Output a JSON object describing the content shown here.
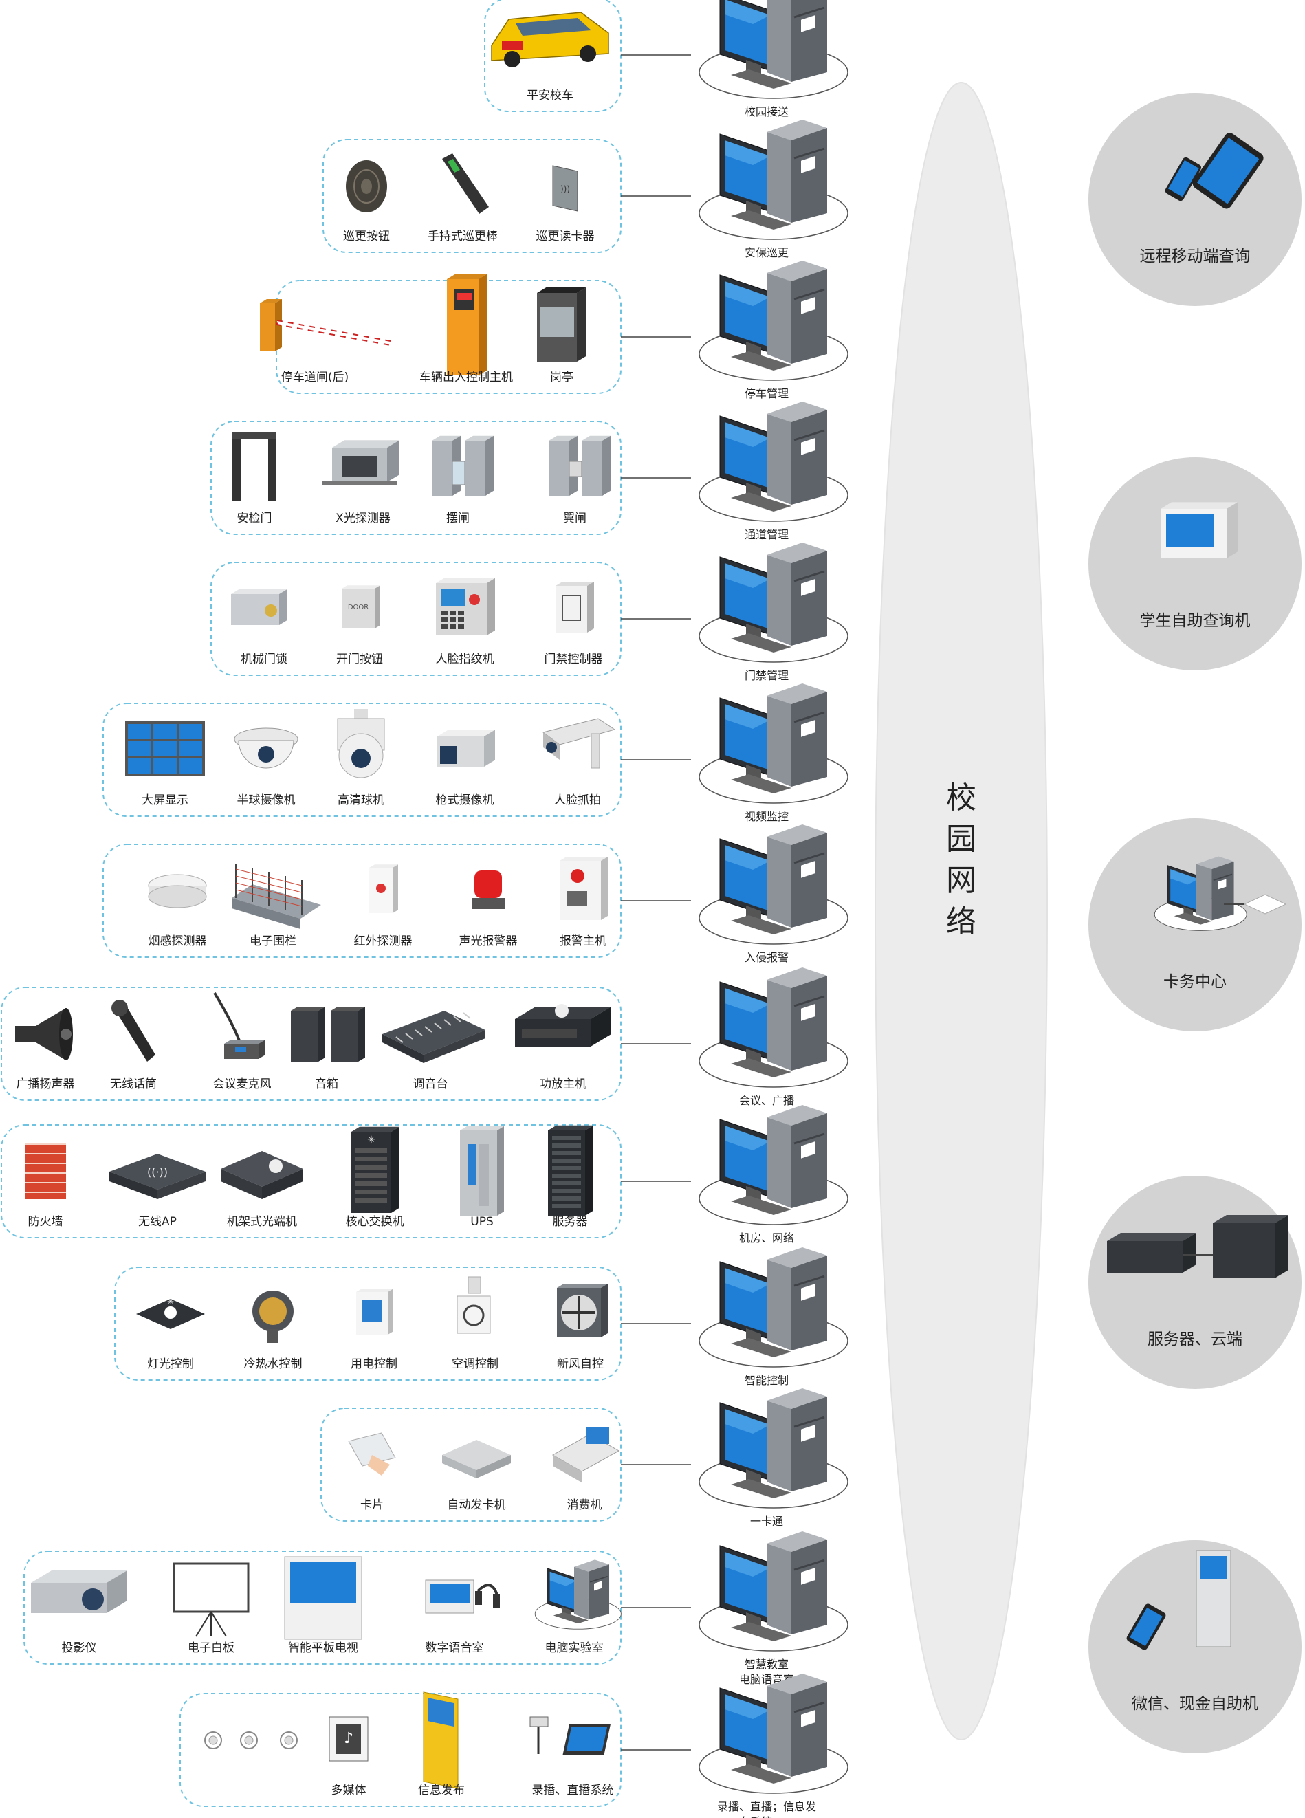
{
  "network": {
    "label": "校园网络"
  },
  "colors": {
    "box_border": "#6fc3e0",
    "screen": "#1f7fd6",
    "terminal_bg": "#d3d3d3",
    "oval": "#ececec"
  },
  "rows": [
    {
      "system": "校园接送",
      "devices": [
        {
          "name": "平安校车",
          "icon": "school-bus-icon"
        }
      ]
    },
    {
      "system": "安保巡更",
      "devices": [
        {
          "name": "巡更按钮",
          "icon": "patrol-button-icon"
        },
        {
          "name": "手持式巡更棒",
          "icon": "patrol-wand-icon"
        },
        {
          "name": "巡更读卡器",
          "icon": "card-reader-icon"
        }
      ]
    },
    {
      "system": "停车管理",
      "devices": [
        {
          "name": "停车道闸(后)",
          "icon": "barrier-gate-icon"
        },
        {
          "name": "车辆出入控制主机",
          "icon": "vehicle-control-host-icon"
        },
        {
          "name": "岗亭",
          "icon": "sentry-box-icon"
        }
      ]
    },
    {
      "system": "通道管理",
      "devices": [
        {
          "name": "安检门",
          "icon": "security-gate-icon"
        },
        {
          "name": "X光探测器",
          "icon": "xray-scanner-icon"
        },
        {
          "name": "摆闸",
          "icon": "swing-gate-icon"
        },
        {
          "name": "翼闸",
          "icon": "wing-gate-icon"
        }
      ]
    },
    {
      "system": "门禁管理",
      "devices": [
        {
          "name": "机械门锁",
          "icon": "door-lock-icon"
        },
        {
          "name": "开门按钮",
          "icon": "exit-button-icon"
        },
        {
          "name": "人脸指纹机",
          "icon": "face-fingerprint-icon"
        },
        {
          "name": "门禁控制器",
          "icon": "access-controller-icon"
        }
      ]
    },
    {
      "system": "视频监控",
      "devices": [
        {
          "name": "大屏显示",
          "icon": "video-wall-icon"
        },
        {
          "name": "半球摄像机",
          "icon": "dome-camera-icon"
        },
        {
          "name": "高清球机",
          "icon": "ptz-camera-icon"
        },
        {
          "name": "枪式摄像机",
          "icon": "box-camera-icon"
        },
        {
          "name": "人脸抓拍",
          "icon": "face-capture-camera-icon"
        }
      ]
    },
    {
      "system": "入侵报警",
      "devices": [
        {
          "name": "烟感探测器",
          "icon": "smoke-detector-icon"
        },
        {
          "name": "电子围栏",
          "icon": "electric-fence-icon"
        },
        {
          "name": "红外探测器",
          "icon": "infrared-detector-icon"
        },
        {
          "name": "声光报警器",
          "icon": "strobe-siren-icon"
        },
        {
          "name": "报警主机",
          "icon": "alarm-host-icon"
        }
      ]
    },
    {
      "system": "会议、广播",
      "devices": [
        {
          "name": "广播扬声器",
          "icon": "horn-speaker-icon"
        },
        {
          "name": "无线话筒",
          "icon": "wireless-mic-icon"
        },
        {
          "name": "会议麦克风",
          "icon": "conference-mic-icon"
        },
        {
          "name": "音箱",
          "icon": "speaker-icon"
        },
        {
          "name": "调音台",
          "icon": "mixer-icon"
        },
        {
          "name": "功放主机",
          "icon": "amplifier-icon"
        }
      ]
    },
    {
      "system": "机房、网络",
      "devices": [
        {
          "name": "防火墙",
          "icon": "firewall-icon"
        },
        {
          "name": "无线AP",
          "icon": "wireless-ap-icon"
        },
        {
          "name": "机架式光端机",
          "icon": "rack-optical-icon"
        },
        {
          "name": "核心交换机",
          "icon": "core-switch-icon"
        },
        {
          "name": "UPS",
          "icon": "ups-icon"
        },
        {
          "name": "服务器",
          "icon": "server-rack-icon"
        }
      ]
    },
    {
      "system": "智能控制",
      "devices": [
        {
          "name": "灯光控制",
          "icon": "light-control-icon"
        },
        {
          "name": "冷热水控制",
          "icon": "water-meter-icon"
        },
        {
          "name": "用电控制",
          "icon": "power-control-icon"
        },
        {
          "name": "空调控制",
          "icon": "ac-control-icon"
        },
        {
          "name": "新风自控",
          "icon": "fresh-air-fan-icon"
        }
      ]
    },
    {
      "system": "一卡通",
      "devices": [
        {
          "name": "卡片",
          "icon": "card-icon"
        },
        {
          "name": "自动发卡机",
          "icon": "card-dispenser-icon"
        },
        {
          "name": "消费机",
          "icon": "pos-machine-icon"
        }
      ]
    },
    {
      "system": "智慧教室\n电脑语音室",
      "devices": [
        {
          "name": "投影仪",
          "icon": "projector-icon"
        },
        {
          "name": "电子白板",
          "icon": "whiteboard-icon"
        },
        {
          "name": "智能平板电视",
          "icon": "smart-tv-icon"
        },
        {
          "name": "数字语音室",
          "icon": "language-lab-icon"
        },
        {
          "name": "电脑实验室",
          "icon": "computer-lab-icon"
        }
      ]
    },
    {
      "system": "录播、直播；信息发\n布系统……",
      "devices": [
        {
          "name": "",
          "icon": "ceiling-speaker-icon"
        },
        {
          "name": "",
          "icon": "ceiling-speaker-icon"
        },
        {
          "name": "",
          "icon": "ceiling-speaker-icon"
        },
        {
          "name": "多媒体",
          "icon": "multimedia-icon"
        },
        {
          "name": "信息发布",
          "icon": "kiosk-icon"
        },
        {
          "name": "录播、直播系统",
          "icon": "recording-system-icon"
        }
      ]
    }
  ],
  "terminals": [
    {
      "label": "远程移动端查询",
      "icon": "mobile-tablet-icon"
    },
    {
      "label": "学生自助查询机",
      "icon": "self-service-terminal-icon"
    },
    {
      "label": "卡务中心",
      "icon": "card-center-icon"
    },
    {
      "label": "服务器、云端",
      "icon": "server-cloud-icon"
    },
    {
      "label": "微信、现金自助机",
      "icon": "self-service-kiosk-icon"
    }
  ]
}
